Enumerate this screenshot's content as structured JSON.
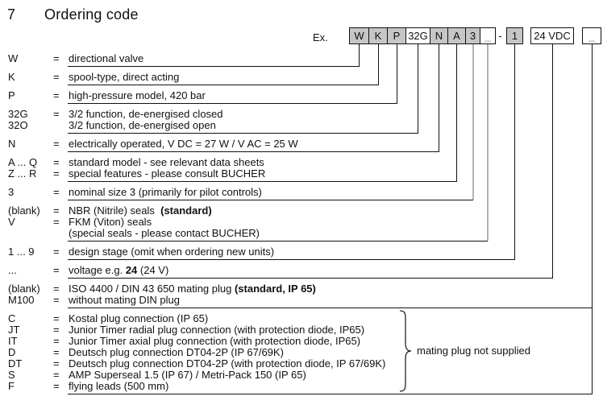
{
  "title": {
    "number": "7",
    "text": "Ordering code"
  },
  "example_label": "Ex.",
  "equals_sign": "=",
  "separator": "-",
  "colors": {
    "box_gray": "#c6c6c6",
    "box_white": "#ffffff",
    "line_gray": "#b3b3b3",
    "text": "#111111"
  },
  "code_boxes": [
    {
      "label": "W",
      "variant": "gray"
    },
    {
      "label": "K",
      "variant": "gray"
    },
    {
      "label": "P",
      "variant": "gray"
    },
    {
      "label": "32G",
      "variant": "white"
    },
    {
      "label": "N",
      "variant": "gray"
    },
    {
      "label": "A",
      "variant": "gray"
    },
    {
      "label": "3",
      "variant": "gray"
    },
    {
      "label": "_",
      "variant": "white",
      "muted": true
    },
    {
      "label": "1",
      "variant": "gray"
    },
    {
      "label": "24 VDC",
      "variant": "white"
    },
    {
      "label": "_",
      "variant": "white",
      "muted": true
    }
  ],
  "groups": [
    {
      "rows": [
        {
          "code": "W",
          "eq": true,
          "desc": [
            {
              "t": "directional valve"
            }
          ]
        }
      ]
    },
    {
      "rows": [
        {
          "code": "K",
          "eq": true,
          "desc": [
            {
              "t": "spool-type, direct acting"
            }
          ]
        }
      ]
    },
    {
      "rows": [
        {
          "code": "P",
          "eq": true,
          "desc": [
            {
              "t": "high-pressure model, 420 bar"
            }
          ]
        }
      ]
    },
    {
      "rows": [
        {
          "code": "32G",
          "eq": true,
          "desc": [
            {
              "t": "3/2 function, de-energised closed"
            }
          ]
        },
        {
          "code": "32O",
          "eq": false,
          "desc": [
            {
              "t": "3/2 function, de-energised open"
            }
          ]
        }
      ]
    },
    {
      "rows": [
        {
          "code": "N",
          "eq": true,
          "desc": [
            {
              "t": "electrically operated, V DC = 27 W  /  V AC = 25 W"
            }
          ]
        }
      ]
    },
    {
      "rows": [
        {
          "code": "A ... Q",
          "eq": true,
          "desc": [
            {
              "t": "standard model - see relevant data sheets"
            }
          ]
        },
        {
          "code": "Z ... R",
          "eq": true,
          "desc": [
            {
              "t": "special features - please consult BUCHER"
            }
          ]
        }
      ]
    },
    {
      "rows": [
        {
          "code": "3",
          "eq": true,
          "desc": [
            {
              "t": "nominal size 3 (primarily for pilot controls)"
            }
          ]
        }
      ]
    },
    {
      "rows": [
        {
          "code": "(blank)",
          "eq": true,
          "desc": [
            {
              "t": "NBR (Nitrile) seals  "
            },
            {
              "t": "(standard)",
              "b": true
            }
          ]
        },
        {
          "code": "V",
          "eq": true,
          "desc": [
            {
              "t": "FKM (Viton) seals"
            }
          ]
        },
        {
          "code": "",
          "eq": false,
          "desc": [
            {
              "t": "(special seals - please contact BUCHER)"
            }
          ]
        }
      ]
    },
    {
      "rows": [
        {
          "code": "1 ... 9",
          "eq": true,
          "desc": [
            {
              "t": "design stage (omit when ordering new units)"
            }
          ]
        }
      ]
    },
    {
      "rows": [
        {
          "code": "...",
          "eq": true,
          "desc": [
            {
              "t": "voltage e.g. "
            },
            {
              "t": "24",
              "b": true
            },
            {
              "t": " (24 V)"
            }
          ]
        }
      ]
    },
    {
      "rows": [
        {
          "code": "(blank)",
          "eq": true,
          "desc": [
            {
              "t": "ISO 4400 / DIN 43 650 mating plug "
            },
            {
              "t": "(standard, IP 65)",
              "b": true
            }
          ]
        },
        {
          "code": "M100",
          "eq": true,
          "desc": [
            {
              "t": "without mating DIN plug"
            }
          ]
        }
      ]
    },
    {
      "rows": [
        {
          "code": "C",
          "eq": true,
          "desc": [
            {
              "t": "Kostal plug connection (IP 65)"
            }
          ]
        },
        {
          "code": "JT",
          "eq": true,
          "desc": [
            {
              "t": "Junior Timer radial plug connection (with protection diode, IP65)"
            }
          ]
        },
        {
          "code": "IT",
          "eq": true,
          "desc": [
            {
              "t": "Junior Timer axial plug connection (with protection diode, IP65)"
            }
          ]
        },
        {
          "code": "D",
          "eq": true,
          "desc": [
            {
              "t": "Deutsch plug connection DT04-2P (IP 67/69K)"
            }
          ]
        },
        {
          "code": "DT",
          "eq": true,
          "desc": [
            {
              "t": "Deutsch plug connection DT04-2P (with protection diode, IP 67/69K)"
            }
          ]
        },
        {
          "code": "S",
          "eq": true,
          "desc": [
            {
              "t": "AMP Superseal 1.5 (IP 67) / Metri-Pack 150 (IP 65)"
            }
          ]
        },
        {
          "code": "F",
          "eq": true,
          "desc": [
            {
              "t": "flying leads (500 mm)"
            }
          ]
        }
      ]
    }
  ],
  "brace_label": "mating plug not supplied"
}
